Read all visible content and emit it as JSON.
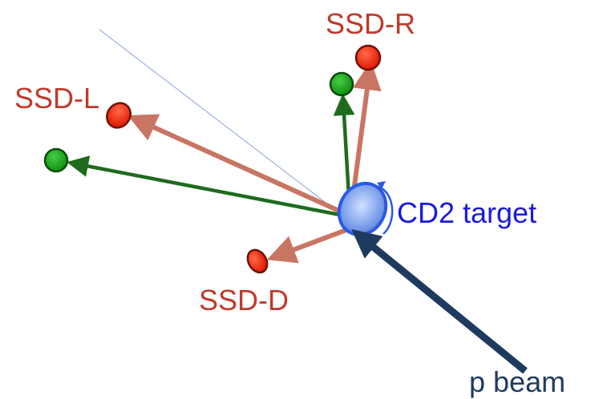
{
  "labels": {
    "ssd_r": "SSD-R",
    "ssd_l": "SSD-L",
    "ssd_d": "SSD-D",
    "target": "CD2 target",
    "beam": "p beam"
  },
  "colors": {
    "detector_label": "#c0392b",
    "target_label": "#1a1adb",
    "beam": "#1f3a5f",
    "red_arrow": "#c87563",
    "green_arrow": "#1e6b1e",
    "red_dot": "#ee2200",
    "green_dot": "#22aa22"
  }
}
